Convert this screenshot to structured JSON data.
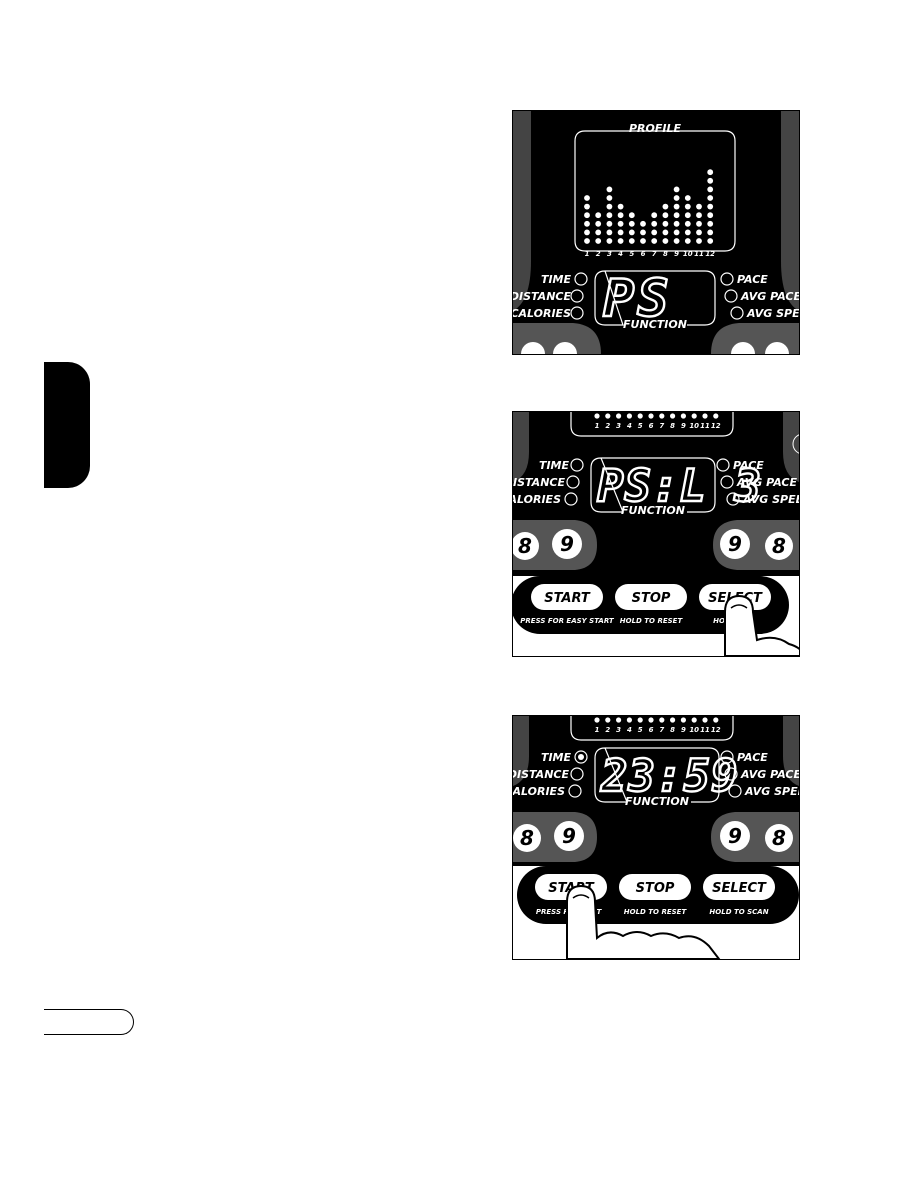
{
  "panels": [
    {
      "profile_title": "PROFILE",
      "columns": [
        "1",
        "2",
        "3",
        "4",
        "5",
        "6",
        "7",
        "8",
        "9",
        "10",
        "11",
        "12"
      ],
      "column_levels": [
        6,
        4,
        7,
        5,
        4,
        3,
        4,
        5,
        7,
        6,
        5,
        9
      ],
      "left_labels": [
        "TIME",
        "DISTANCE",
        "CALORIES"
      ],
      "right_labels": [
        "PACE",
        "AVG PACE",
        "AVG SPEED"
      ],
      "display": "PS",
      "function_label": "FUNCTION"
    },
    {
      "columns": [
        "1",
        "2",
        "3",
        "4",
        "5",
        "6",
        "7",
        "8",
        "9",
        "10",
        "11",
        "12"
      ],
      "left_labels": [
        "TIME",
        "DISTANCE",
        "CALORIES"
      ],
      "right_labels": [
        "PACE",
        "AVG PACE",
        "AVG SPEED"
      ],
      "display": "PS:L 3",
      "function_label": "FUNCTION",
      "left_knob": [
        "8",
        "9"
      ],
      "right_knob": [
        "9",
        "8"
      ],
      "buttons": [
        "START",
        "STOP",
        "SELECT"
      ],
      "button_subs": [
        "PRESS FOR EASY START",
        "HOLD TO RESET",
        "HO"
      ]
    },
    {
      "columns": [
        "1",
        "2",
        "3",
        "4",
        "5",
        "6",
        "7",
        "8",
        "9",
        "10",
        "11",
        "12"
      ],
      "left_labels": [
        "TIME",
        "DISTANCE",
        "CALORIES"
      ],
      "right_labels": [
        "PACE",
        "AVG PACE",
        "AVG SPEED"
      ],
      "display": "23:59",
      "function_label": "FUNCTION",
      "left_knob": [
        "8",
        "9"
      ],
      "right_knob": [
        "9",
        "8"
      ],
      "buttons": [
        "START",
        "STOP",
        "SELECT"
      ],
      "button_subs": [
        "PRESS FO",
        "T",
        "HOLD TO RESET",
        "HOLD TO SCAN"
      ]
    }
  ]
}
